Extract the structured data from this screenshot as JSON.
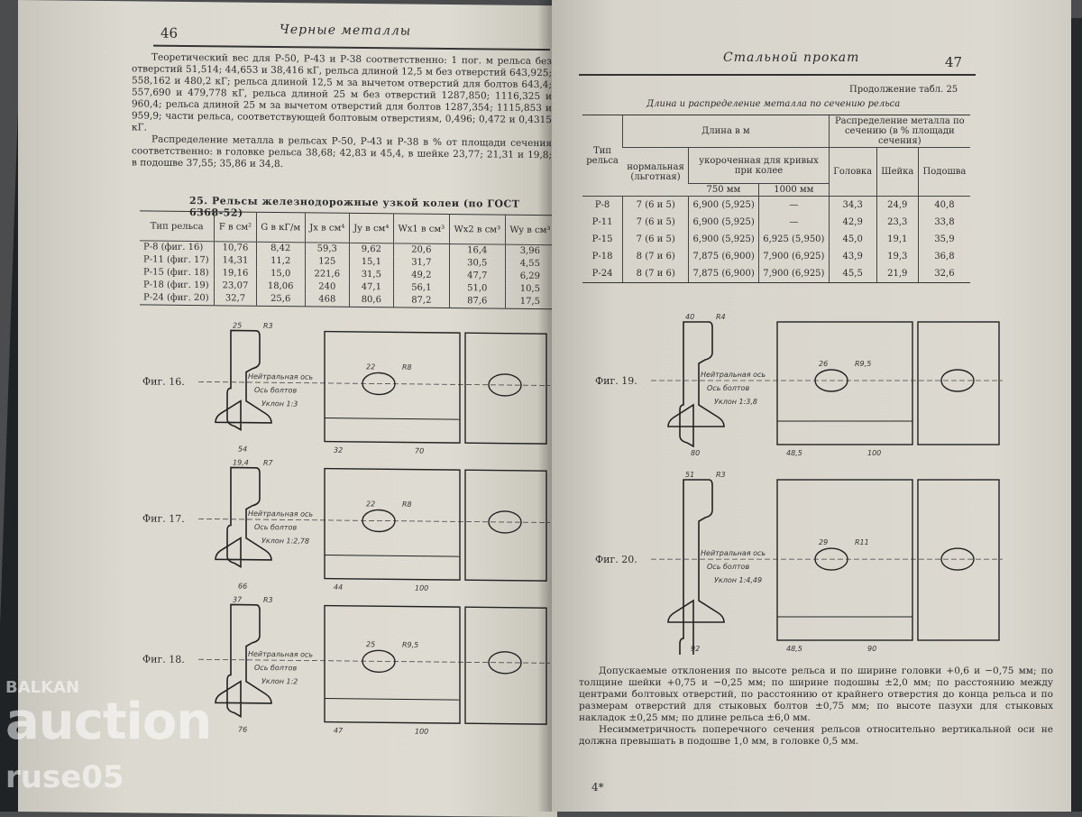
{
  "left_page": {
    "page_number": "46",
    "running_head": "Черные металлы",
    "paragraph_1": "Теоретический вес для Р-50, Р-43 и Р-38 соответственно: 1 пог. м рельса без отверстий 51,514; 44,653 и 38,416 кГ, рельса длиной 12,5 м без отверстий 643,925; 558,162 и 480,2 кГ; рельса длиной 12,5 м за вычетом отверстий для болтов 643,4; 557,690 и 479,778 кГ, рельса длиной 25 м без отверстий 1287,850; 1116,325 и 960,4; рельса длиной 25 м за вычетом отверстий для болтов 1287,354; 1115,853 и 959,9; части рельса, соответствующей болтовым отверстиям, 0,496; 0,472 и 0,4315 кГ.",
    "paragraph_2": "Распределение металла в рельсах Р-50, Р-43 и Р-38 в % от площади сечения соответственно: в головке рельса 38,68; 42,83 и 45,4, в шейке 23,77; 21,31 и 19,8; в подошве 37,55; 35,86 и 34,8.",
    "table_caption": "25. Рельсы железнодорожные узкой колеи (по ГОСТ 6368-52)",
    "table": {
      "headers": [
        "Тип рельса",
        "F в см²",
        "G в кГ/м",
        "Jx в см⁴",
        "Jy в см⁴",
        "Wx1 в см³",
        "Wx2 в см³",
        "Wy в см³"
      ],
      "rows": [
        [
          "Р-8 (фиг. 16)",
          "10,76",
          "8,42",
          "59,3",
          "9,62",
          "20,6",
          "16,4",
          "3,96"
        ],
        [
          "Р-11 (фиг. 17)",
          "14,31",
          "11,2",
          "125",
          "15,1",
          "31,7",
          "30,5",
          "4,55"
        ],
        [
          "Р-15 (фиг. 18)",
          "19,16",
          "15,0",
          "221,6",
          "31,5",
          "49,2",
          "47,7",
          "6,29"
        ],
        [
          "Р-18 (фиг. 19)",
          "23,07",
          "18,06",
          "240",
          "47,1",
          "56,1",
          "51,0",
          "10,5"
        ],
        [
          "Р-24 (фиг. 20)",
          "32,7",
          "25,6",
          "468",
          "80,6",
          "87,2",
          "87,6",
          "17,5"
        ]
      ]
    },
    "figures": [
      {
        "label": "Фиг. 16.",
        "neutral": "Нейтральная ось",
        "bolts": "Ось болтов",
        "slope": "Уклон 1:3",
        "dims": [
          "25",
          "R3",
          "22",
          "R8",
          "32",
          "70",
          "54"
        ]
      },
      {
        "label": "Фиг. 17.",
        "neutral": "Нейтральная ось",
        "bolts": "Ось болтов",
        "slope": "Уклон 1:2,78",
        "dims": [
          "19,4",
          "R7",
          "22",
          "R8",
          "44",
          "100",
          "66"
        ]
      },
      {
        "label": "Фиг. 18.",
        "neutral": "Нейтральная ось",
        "bolts": "Ось болтов",
        "slope": "Уклон 1:2",
        "dims": [
          "37",
          "R3",
          "25",
          "R9,5",
          "47",
          "100",
          "76"
        ]
      }
    ]
  },
  "right_page": {
    "page_number": "47",
    "running_head": "Стальной прокат",
    "continuation": "Продолжение табл. 25",
    "table_caption": "Длина и распределение металла по сечению рельса",
    "table": {
      "h_type": "Тип рельса",
      "h_length": "Длина в м",
      "h_normal": "нормальная (льготная)",
      "h_short": "укороченная для кривых при колее",
      "h_750": "750 мм",
      "h_1000": "1000 мм",
      "h_distribution": "Распределение металла по сечению (в % площади сечения)",
      "h_head": "Головка",
      "h_web": "Шейка",
      "h_foot": "Подошва",
      "rows": [
        [
          "Р-8",
          "7 (6 и 5)",
          "6,900 (5,925)",
          "—",
          "34,3",
          "24,9",
          "40,8"
        ],
        [
          "Р-11",
          "7 (6 и 5)",
          "6,900 (5,925)",
          "—",
          "42,9",
          "23,3",
          "33,8"
        ],
        [
          "Р-15",
          "7 (6 и 5)",
          "6,900 (5,925)",
          "6,925 (5,950)",
          "45,0",
          "19,1",
          "35,9"
        ],
        [
          "Р-18",
          "8 (7 и 6)",
          "7,875 (6,900)",
          "7,900 (6,925)",
          "43,9",
          "19,3",
          "36,8"
        ],
        [
          "Р-24",
          "8 (7 и 6)",
          "7,875 (6,900)",
          "7,900 (6,925)",
          "45,5",
          "21,9",
          "32,6"
        ]
      ]
    },
    "figures": [
      {
        "label": "Фиг. 19.",
        "neutral": "Нейтральная ось",
        "bolts": "Ось болтов",
        "slope": "Уклон 1:3,8",
        "dims": [
          "40",
          "R4",
          "26",
          "R9,5",
          "48,5",
          "100",
          "80"
        ]
      },
      {
        "label": "Фиг. 20.",
        "neutral": "Нейтральная ось",
        "bolts": "Ось болтов",
        "slope": "Уклон 1:4,49",
        "dims": [
          "51",
          "R3",
          "29",
          "R11",
          "48,5",
          "90",
          "92"
        ]
      }
    ],
    "paragraph_1": "Допускаемые отклонения по высоте рельса и по ширине головки +0,6 и −0,75 мм; по толщине шейки +0,75 и −0,25 мм; по ширине подошвы ±2,0 мм; по расстоянию между центрами болтовых отверстий, по расстоянию от крайнего отверстия до конца рельса и по размерам отверстий для стыковых болтов ±0,75 мм; по высоте пазухи для стыковых накладок ±0,25 мм; по длине рельса ±6,0 мм.",
    "paragraph_2": "Несимметричность поперечного сечения рельсов относительно вертикальной оси не должна превышать в подошве 1,0 мм, в головке 0,5 мм.",
    "signature_mark": "4*"
  },
  "watermark": {
    "line1": "BALKAN",
    "line2": "auction",
    "line3": "ruse05"
  }
}
